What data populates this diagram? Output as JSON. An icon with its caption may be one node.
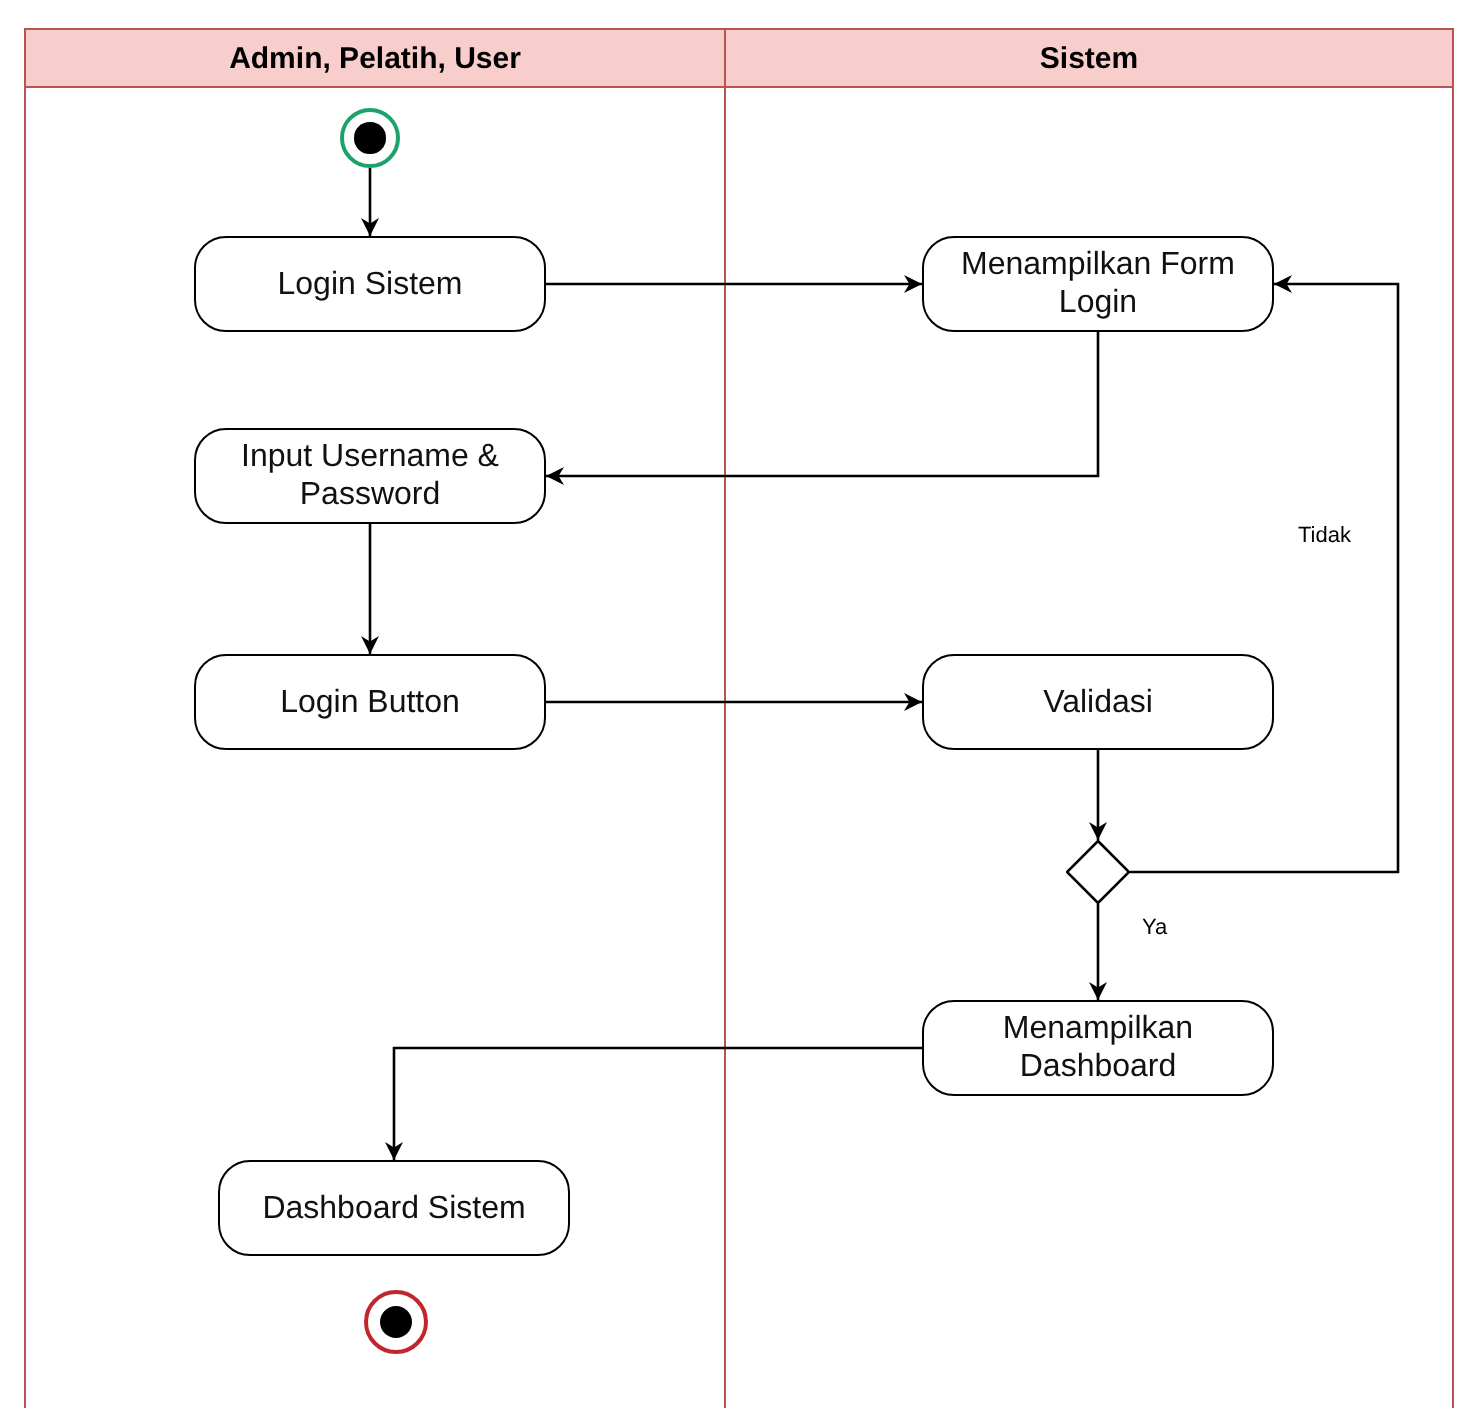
{
  "diagram": {
    "nodes": [
      {
        "text": [
          "Admin, Pelatih, User"
        ]
      },
      {
        "text": [
          "Sistem"
        ]
      },
      {
        "text": [],
        "shape": "circle",
        "in": 0
      },
      {
        "text": [
          "Login Sistem"
        ],
        "in": 0
      },
      {
        "text": [
          "Menampilkan Form Login"
        ],
        "in": 1
      },
      {
        "text": [
          "Input Username & Password"
        ],
        "in": 0
      },
      {
        "text": [
          "Login Button"
        ],
        "in": 0
      },
      {
        "text": [
          "Validasi"
        ],
        "in": 1
      },
      {
        "text": [],
        "shape": "diamond",
        "in": 1
      },
      {
        "text": [
          "Menampilkan Dashboard"
        ],
        "in": 1
      },
      {
        "text": [
          "Dashboard Sistem"
        ],
        "in": 0
      },
      {
        "text": [],
        "shape": "circle",
        "in": 0
      }
    ],
    "edges": [
      {
        "from": 2,
        "to": 3,
        "arrow": "to"
      },
      {
        "from": 3,
        "to": 4,
        "arrow": "to"
      },
      {
        "from": 4,
        "to": 5,
        "arrow": "to"
      },
      {
        "from": 5,
        "to": 6,
        "arrow": "to"
      },
      {
        "from": 6,
        "to": 7,
        "arrow": "to"
      },
      {
        "from": 7,
        "to": 8,
        "arrow": "to"
      },
      {
        "from": 8,
        "to": 4,
        "arrow": "to",
        "label": "Tidak"
      },
      {
        "from": 8,
        "to": 9,
        "arrow": "to",
        "label": "Ya"
      },
      {
        "from": 9,
        "to": 10,
        "arrow": "to"
      }
    ]
  }
}
